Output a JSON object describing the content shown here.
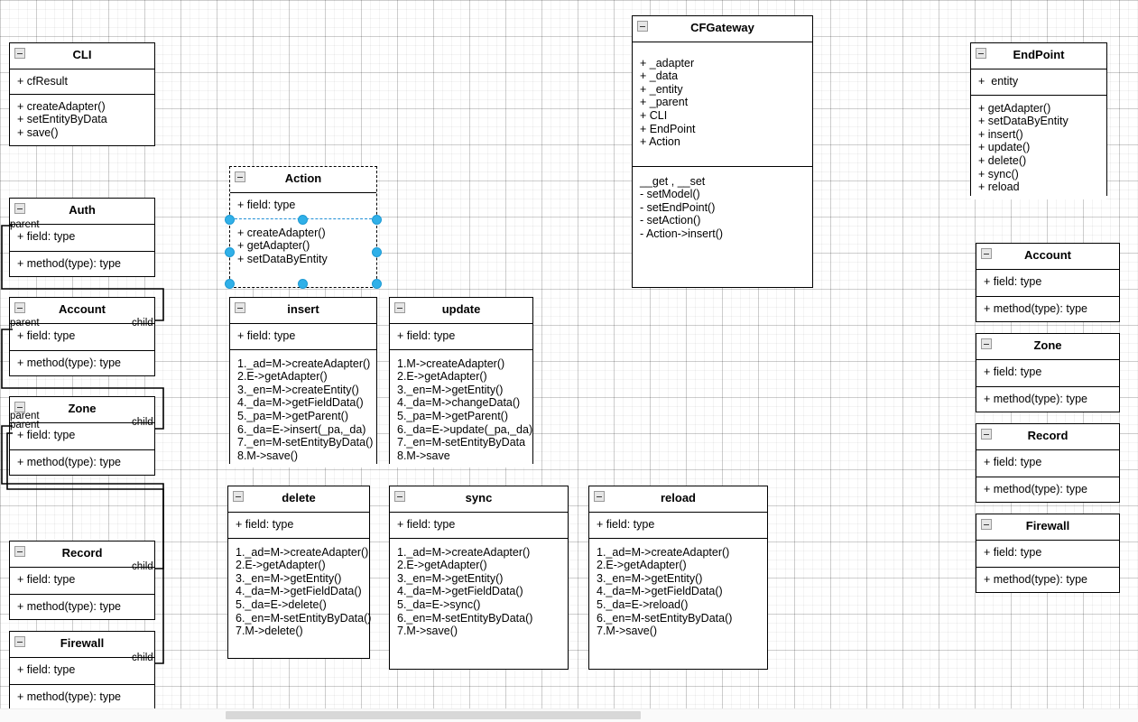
{
  "app": {
    "type": "uml-class-diagram-editor",
    "accent_color": "#30b0e8",
    "line_color": "#000000",
    "grid_color": "#d0d0d0"
  },
  "classes": [
    {
      "key": "cli",
      "name": "CLI",
      "attributes": [
        "+ cfResult"
      ],
      "methods": [
        "+ createAdapter()",
        "+ setEntityByData",
        "+ save()"
      ]
    },
    {
      "key": "auth",
      "name": "Auth",
      "attributes": [
        "+ field: type"
      ],
      "methods": [
        "+ method(type): type"
      ]
    },
    {
      "key": "account_left",
      "name": "Account",
      "attributes": [
        "+ field: type"
      ],
      "methods": [
        "+ method(type): type"
      ]
    },
    {
      "key": "zone_left",
      "name": "Zone",
      "attributes": [
        "+ field: type"
      ],
      "methods": [
        "+ method(type): type"
      ]
    },
    {
      "key": "record_left",
      "name": "Record",
      "attributes": [
        "+ field: type"
      ],
      "methods": [
        "+ method(type): type"
      ]
    },
    {
      "key": "firewall_left",
      "name": "Firewall",
      "attributes": [
        "+ field: type"
      ],
      "methods": [
        "+ method(type): type"
      ]
    },
    {
      "key": "action",
      "name": "Action",
      "selected": true,
      "attributes": [
        "+ field: type"
      ],
      "methods": [
        "+ createAdapter()",
        "+ getAdapter()",
        "+ setDataByEntity"
      ]
    },
    {
      "key": "insert",
      "name": "insert",
      "attributes": [
        "+ field: type"
      ],
      "methods": [
        "1._ad=M->createAdapter()",
        "2.E->getAdapter()",
        "3._en=M->createEntity()",
        "4._da=M->getFieldData()",
        "5._pa=M->getParent()",
        "6._da=E->insert(_pa,_da)",
        "7._en=M-setEntityByData()",
        "8.M->save()"
      ]
    },
    {
      "key": "update",
      "name": "update",
      "attributes": [
        "+ field: type"
      ],
      "methods": [
        "1.M->createAdapter()",
        "2.E->getAdapter()",
        "3._en=M->getEntity()",
        "4._da=M->changeData()",
        "5._pa=M->getParent()",
        "6._da=E->update(_pa,_da)",
        "7._en=M-setEntityByData",
        "8.M->save"
      ]
    },
    {
      "key": "delete",
      "name": "delete",
      "attributes": [
        "+ field: type"
      ],
      "methods": [
        "1._ad=M->createAdapter()",
        "2.E->getAdapter()",
        "3._en=M->getEntity()",
        "4._da=M->getFieldData()",
        "5._da=E->delete()",
        "6._en=M-setEntityByData()",
        "7.M->delete()"
      ]
    },
    {
      "key": "sync",
      "name": "sync",
      "attributes": [
        "+ field: type"
      ],
      "methods": [
        "1._ad=M->createAdapter()",
        "2.E->getAdapter()",
        "3._en=M->getEntity()",
        "4._da=M->getFieldData()",
        "5._da=E->sync()",
        "6._en=M-setEntityByData()",
        "7.M->save()"
      ]
    },
    {
      "key": "reload",
      "name": "reload",
      "attributes": [
        "+ field: type"
      ],
      "methods": [
        "1._ad=M->createAdapter()",
        "2.E->getAdapter()",
        "3._en=M->getEntity()",
        "4._da=M->getFieldData()",
        "5._da=E->reload()",
        "6._en=M-setEntityByData()",
        "7.M->save()"
      ]
    },
    {
      "key": "cfgateway",
      "name": "CFGateway",
      "attributes": [
        "+ _adapter",
        "+ _data",
        "+ _entity",
        "+ _parent",
        "+ CLI",
        "+ EndPoint",
        "+ Action"
      ],
      "methods": [
        "__get , __set",
        "- setModel()",
        "- setEndPoint()",
        "- setAction()",
        "- Action->insert()"
      ]
    },
    {
      "key": "endpoint",
      "name": "EndPoint",
      "attributes": [
        "+  entity"
      ],
      "methods": [
        "+ getAdapter()",
        "+ setDataByEntity",
        "+ insert()",
        "+ update()",
        "+ delete()",
        "+ sync()",
        "+ reload"
      ]
    },
    {
      "key": "account_right",
      "name": "Account",
      "attributes": [
        "+ field: type"
      ],
      "methods": [
        "+ method(type): type"
      ]
    },
    {
      "key": "zone_right",
      "name": "Zone",
      "attributes": [
        "+ field: type"
      ],
      "methods": [
        "+ method(type): type"
      ]
    },
    {
      "key": "record_right",
      "name": "Record",
      "attributes": [
        "+ field: type"
      ],
      "methods": [
        "+ method(type): type"
      ]
    },
    {
      "key": "firewall_right",
      "name": "Firewall",
      "attributes": [
        "+ field: type"
      ],
      "methods": [
        "+ method(type): type"
      ]
    }
  ],
  "edge_labels": {
    "auth_parent": "parent",
    "account_parent": "parent",
    "account_child": "child",
    "zone_parent_a": "parent",
    "zone_parent_b": "parent",
    "zone_child": "child",
    "record_child": "child",
    "firewall_child": "child"
  },
  "icons": {
    "collapse": "collapse-icon"
  }
}
